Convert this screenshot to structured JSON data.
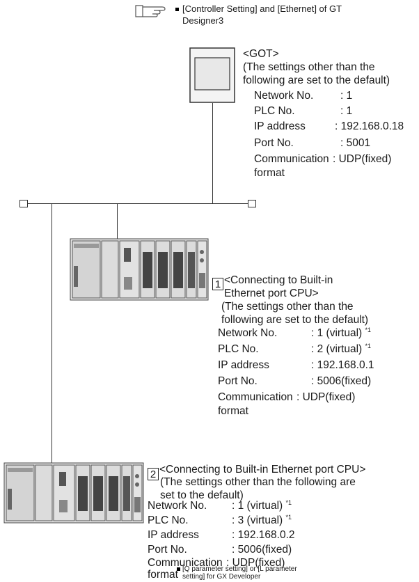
{
  "top_reference": {
    "line1": "[Controller Setting] and [Ethernet] of GT",
    "line2": "Designer3"
  },
  "got": {
    "header": "<GOT>",
    "note_line1": "(The settings other than the",
    "note_line2": "following are set to the default)",
    "settings": [
      {
        "label": "Network No.",
        "value": ": 1"
      },
      {
        "label": "PLC No.",
        "value": ": 1"
      },
      {
        "label": "IP address",
        "value": ": 192.168.0.18"
      },
      {
        "label": "Port No.",
        "value": ": 5001"
      },
      {
        "label": "Communication",
        "value": ": UDP(fixed)"
      }
    ],
    "format_label": "format"
  },
  "plc1": {
    "number": "1",
    "header_line1": "<Connecting to Built-in",
    "header_line2": "Ethernet port CPU>",
    "note_line1": "(The settings other than the",
    "note_line2": "following are set to the default)",
    "settings": [
      {
        "label": "Network No.",
        "value": ": 1 (virtual)",
        "note": "*1"
      },
      {
        "label": "PLC No.",
        "value": ": 2 (virtual)",
        "note": "*1"
      },
      {
        "label": "IP address",
        "value": ": 192.168.0.1",
        "note": ""
      },
      {
        "label": "Port No.",
        "value": ": 5006(fixed)",
        "note": ""
      },
      {
        "label": "Communication",
        "value": ": UDP(fixed)",
        "note": ""
      }
    ],
    "format_label": "format"
  },
  "plc2": {
    "number": "2",
    "header_line1": "<Connecting to Built-in Ethernet port CPU>",
    "note_line1": "(The settings other than the following are",
    "note_line2": "set to the default)",
    "settings": [
      {
        "label": "Network No.",
        "value": ": 1 (virtual)",
        "note": "*1"
      },
      {
        "label": "PLC No.",
        "value": ": 3 (virtual)",
        "note": "*1"
      },
      {
        "label": "IP address",
        "value": ": 192.168.0.2",
        "note": ""
      },
      {
        "label": "Port No.",
        "value": ": 5006(fixed)",
        "note": ""
      },
      {
        "label": "Communication",
        "value": ": UDP(fixed)",
        "note": ""
      }
    ],
    "format_label": "format"
  },
  "bottom_reference": {
    "line1": "[Q parameter setting] or [L parameter",
    "line2": "setting] for GX Developer"
  },
  "icons": {
    "reference": "pointing-hand-icon",
    "bullet": "square-bullet-icon",
    "got_unit": "got-display-icon",
    "plc_unit": "plc-rack-icon"
  }
}
